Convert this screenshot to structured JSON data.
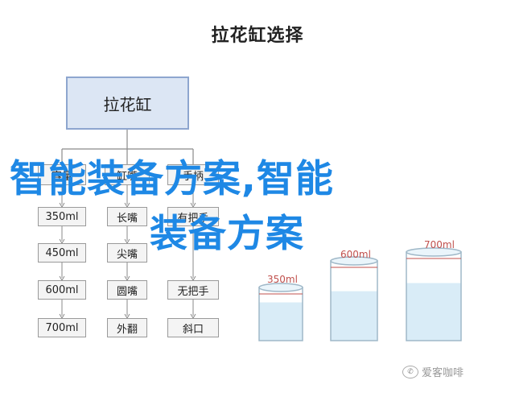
{
  "title": "拉花缸选择",
  "root": "拉花缸",
  "categories": [
    "容量",
    "缸嘴",
    "手柄"
  ],
  "columns": [
    {
      "items": [
        "350ml",
        "450ml",
        "600ml",
        "700ml"
      ]
    },
    {
      "items": [
        "长嘴",
        "尖嘴",
        "圆嘴",
        "外翻"
      ]
    },
    {
      "items": [
        "有把手",
        "无把手",
        "斜口"
      ]
    }
  ],
  "cups": [
    {
      "label": "350ml",
      "water_level": 0.72
    },
    {
      "label": "600ml",
      "water_level": 0.62
    },
    {
      "label": "700ml",
      "water_level": 0.65
    }
  ],
  "watermark": {
    "line1": "智能装备方案,智能",
    "line2": "装备方案"
  },
  "credit": "爱客咖啡",
  "colors": {
    "root_fill": "#dce6f4",
    "cup_water": "#d9ecf7",
    "label_red": "#c0504d",
    "watermark_blue": "#1e88e5"
  }
}
